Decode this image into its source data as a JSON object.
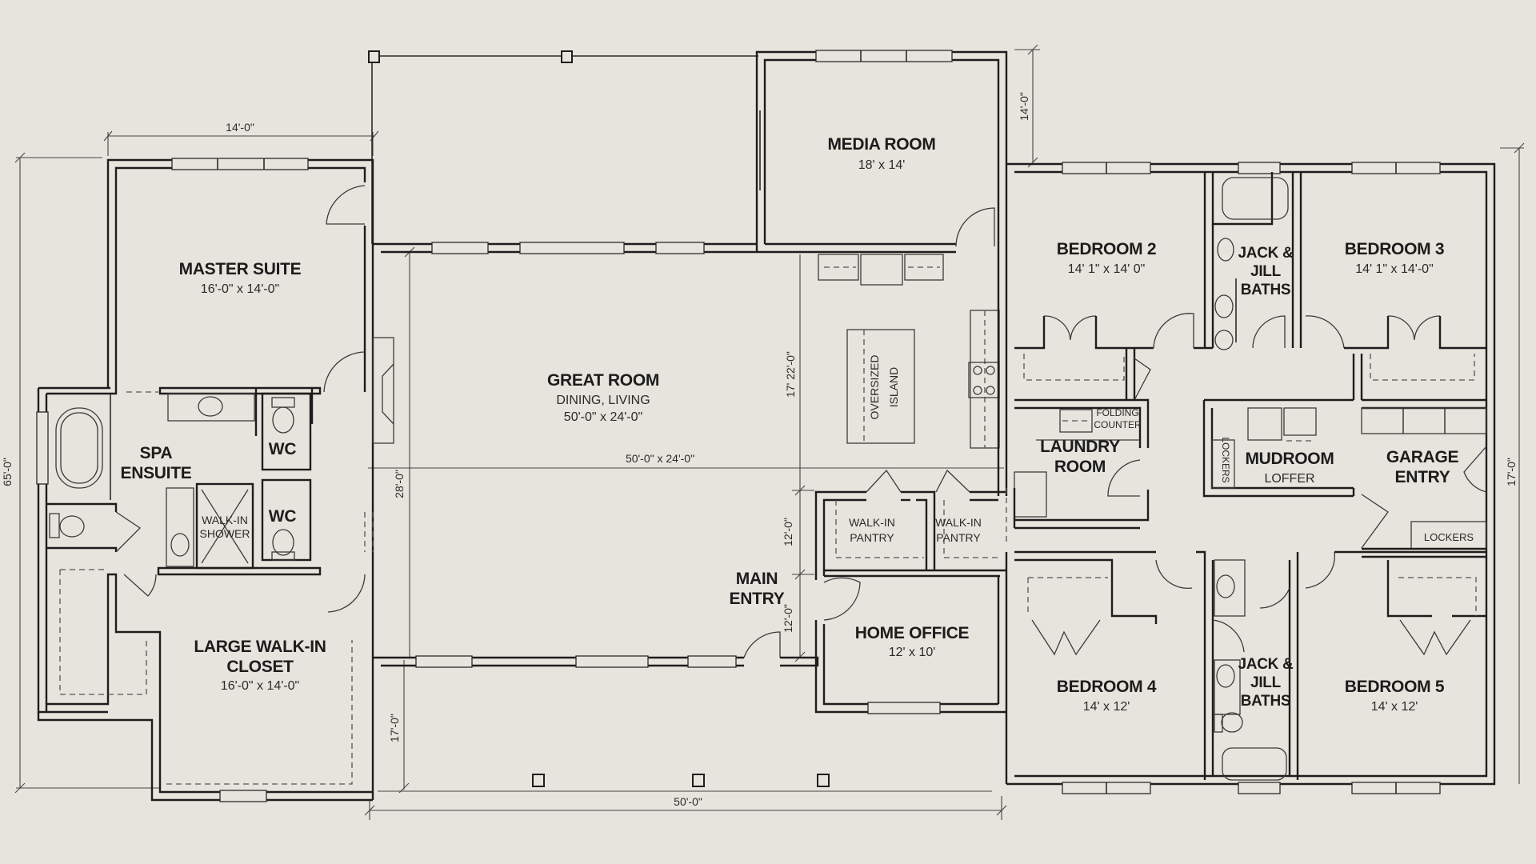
{
  "plan": {
    "background": "#e6e4dc",
    "line_color": "#1d1d1d"
  },
  "rooms": {
    "master_suite": {
      "name": "MASTER SUITE",
      "size": "16'-0\" x 14'-0\""
    },
    "spa_ensuite": {
      "name_line1": "SPA",
      "name_line2": "ENSUITE"
    },
    "wc_1": {
      "name": "WC"
    },
    "wc_2": {
      "name": "WC"
    },
    "walk_in_shower": {
      "name_line1": "WALK-IN",
      "name_line2": "SHOWER"
    },
    "large_walk_in_closet": {
      "name_line1": "LARGE WALK-IN",
      "name_line2": "CLOSET",
      "size": "16'-0\" x 14'-0\""
    },
    "great_room": {
      "name": "GREAT ROOM",
      "subtitle": "DINING, LIVING",
      "size": "50'-0\" x 24'-0\""
    },
    "media_room": {
      "name": "MEDIA ROOM",
      "size": "18' x 14'"
    },
    "oversized_island": {
      "name_line1": "OVERSIZED",
      "name_line2": "ISLAND"
    },
    "walk_in_pantry_1": {
      "name_line1": "WALK-IN",
      "name_line2": "PANTRY"
    },
    "walk_in_pantry_2": {
      "name_line1": "WALK-IN",
      "name_line2": "PANTRY"
    },
    "main_entry": {
      "name_line1": "MAIN",
      "name_line2": "ENTRY"
    },
    "home_office": {
      "name": "HOME OFFICE",
      "size": "12' x 10'"
    },
    "bedroom_2": {
      "name": "BEDROOM 2",
      "size": "14' 1\" x 14' 0\""
    },
    "bedroom_3": {
      "name": "BEDROOM 3",
      "size": "14' 1\" x 14'-0\""
    },
    "jack_jill_upper": {
      "name_line1": "JACK &",
      "name_line2": "JILL",
      "name_line3": "BATHS"
    },
    "laundry_room": {
      "name_line1": "LAUNDRY",
      "name_line2": "ROOM"
    },
    "folding_counter": {
      "name_line1": "FOLDING",
      "name_line2": "COUNTER"
    },
    "mudroom": {
      "name": "MUDROOM",
      "subtitle": "LOFFER"
    },
    "mudroom_lockers": {
      "name": "LOCKERS"
    },
    "garage_entry": {
      "name_line1": "GARAGE",
      "name_line2": "ENTRY"
    },
    "garage_lockers": {
      "name": "LOCKERS"
    },
    "bedroom_4": {
      "name": "BEDROOM 4",
      "size": "14' x 12'"
    },
    "bedroom_5": {
      "name": "BEDROOM 5",
      "size": "14' x 12'"
    },
    "jack_jill_lower": {
      "name_line1": "JACK &",
      "name_line2": "JILL",
      "name_line3": "BATHS"
    }
  },
  "dimensions": {
    "master_width_top": "14'-0\"",
    "overall_left": "65'-0\"",
    "overall_bottom": "50'-0\"",
    "media_depth": "14'-0\"",
    "right_wing": "17'-0\"",
    "great_room_inner": "50'-0\" x 24'-0\"",
    "great_room_depth": "28'-0\"",
    "front_porch_depth": "17'-0\"",
    "kitchen_depth": "17' 22'-0\"",
    "pantry_depth": "12'-0\"",
    "entry_depth": "12'-0\""
  }
}
